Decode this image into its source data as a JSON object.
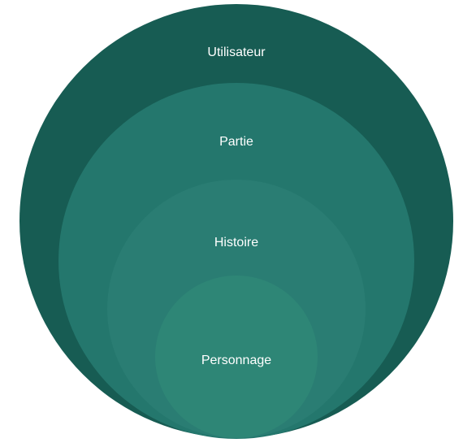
{
  "diagram": {
    "type": "nested-circles",
    "levels": [
      {
        "label": "Utilisateur",
        "color": "#175c53"
      },
      {
        "label": "Partie",
        "color": "#24776d"
      },
      {
        "label": "Histoire",
        "color": "#2a7d73"
      },
      {
        "label": "Personnage",
        "color": "#2e8676"
      }
    ]
  }
}
